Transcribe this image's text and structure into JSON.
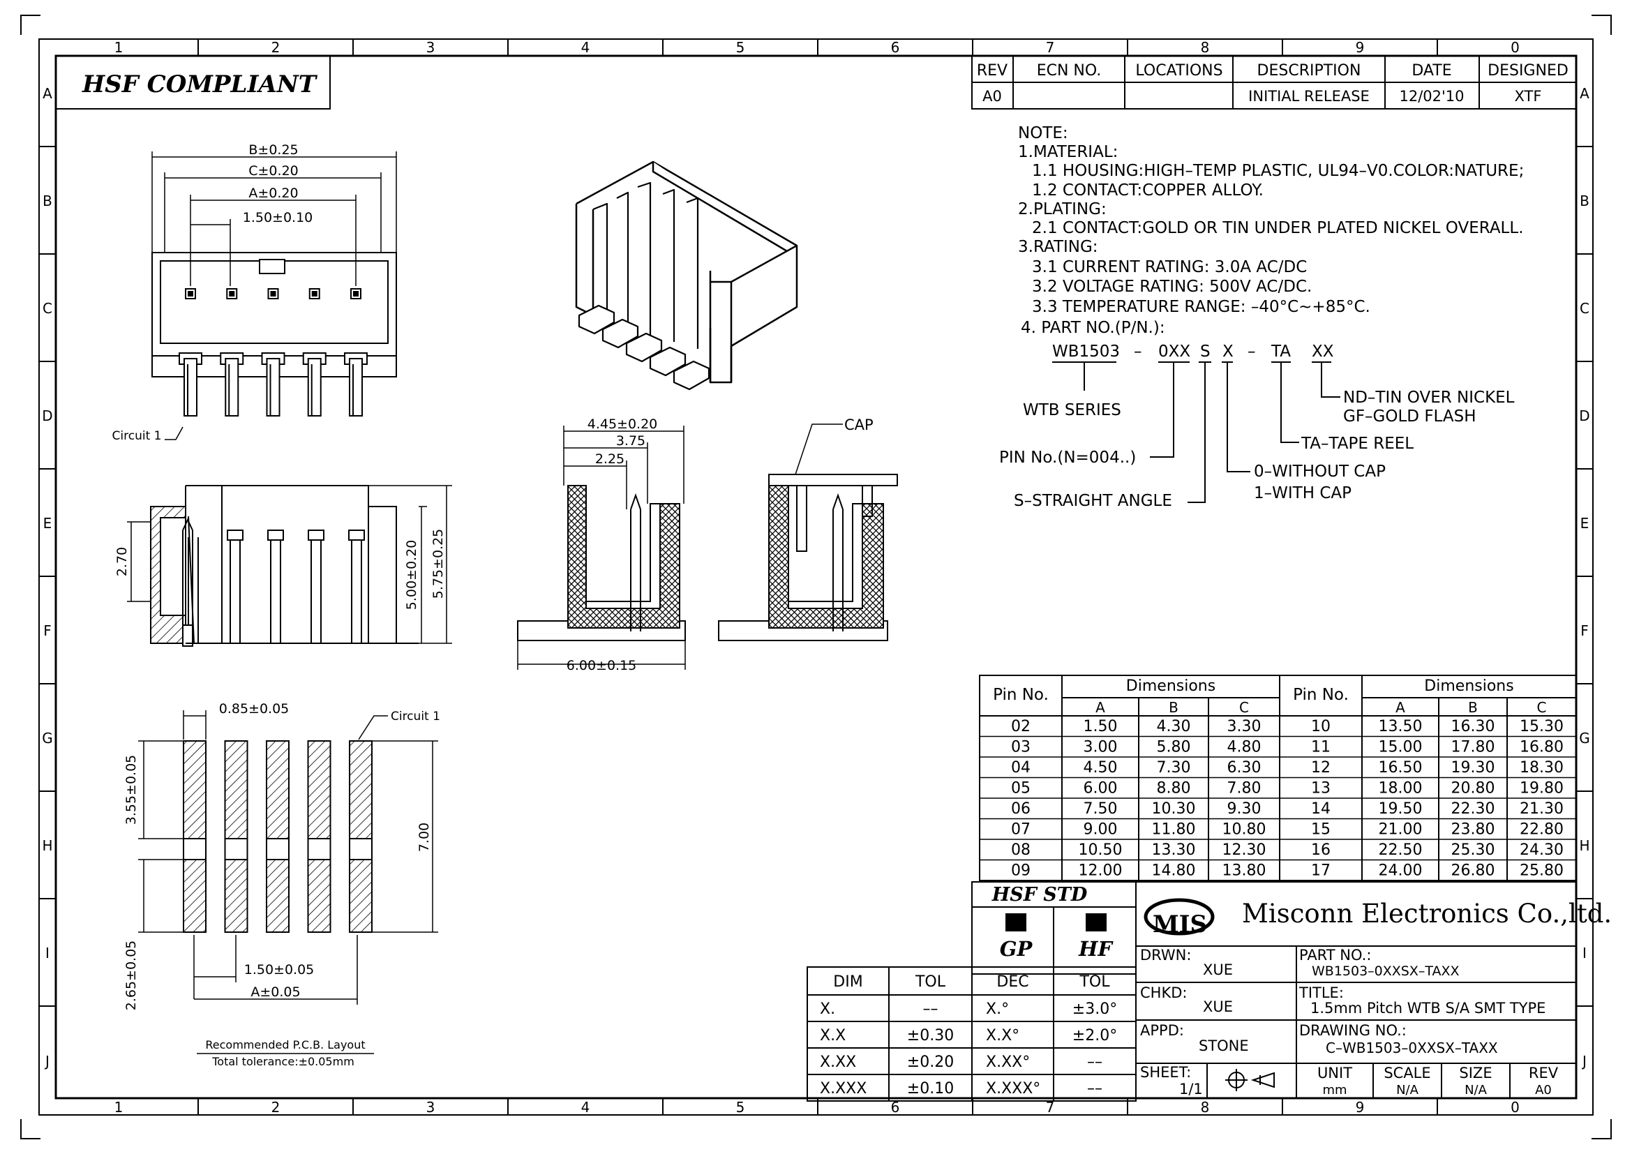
{
  "frame": {
    "col_numbers": [
      "1",
      "2",
      "3",
      "4",
      "5",
      "6",
      "7",
      "8",
      "9",
      "0"
    ],
    "row_letters": [
      "A",
      "B",
      "C",
      "D",
      "E",
      "F",
      "G",
      "H",
      "I",
      "J"
    ]
  },
  "hsf_label": "HSF  COMPLIANT",
  "revision_table": {
    "headers": [
      "REV",
      "ECN  NO.",
      "LOCATIONS",
      "DESCRIPTION",
      "DATE",
      "DESIGNED"
    ],
    "row": [
      "A0",
      "",
      "",
      "INITIAL  RELEASE",
      "12/02'10",
      "XTF"
    ]
  },
  "notes": [
    "NOTE:",
    "1.MATERIAL:",
    "1.1  HOUSING:HIGH–TEMP  PLASTIC,  UL94–V0.COLOR:NATURE;",
    "1.2  CONTACT:COPPER  ALLOY.",
    "2.PLATING:",
    "2.1  CONTACT:GOLD  OR  TIN  UNDER  PLATED  NICKEL  OVERALL.",
    "3.RATING:",
    "3.1  CURRENT  RATING:  3.0A  AC/DC",
    "3.2  VOLTAGE  RATING:  500V  AC/DC.",
    "3.3  TEMPERATURE  RANGE:  –40°C~+85°C.",
    "4.  PART  NO.(P/N.):"
  ],
  "part_code": {
    "seg1": "WB1503",
    "dash1": "–",
    "seg2": "0XX",
    "seg3": "S",
    "seg4": "X",
    "dash2": "–",
    "seg5": "TA",
    "seg6": "XX",
    "legend": {
      "wtb": "WTB  SERIES",
      "pin": "PIN  No.(N=004..)",
      "straight": "S–STRAIGHT  ANGLE",
      "cap0": "0–WITHOUT  CAP",
      "cap1": "1–WITH  CAP",
      "tape": "TA–TAPE  REEL",
      "nd": "ND–TIN  OVER  NICKEL",
      "gf": "GF–GOLD  FLASH"
    }
  },
  "views": {
    "top": {
      "b": "B±0.25",
      "c": "C±0.20",
      "a": "A±0.20",
      "pitch": "1.50±0.10",
      "circuit": "Circuit  1"
    },
    "side": {
      "h1": "2.70",
      "h2": "5.00±0.20",
      "h3": "5.75±0.25"
    },
    "section": {
      "d1": "4.45±0.20",
      "d2": "3.75",
      "d3": "2.25",
      "d4": "6.00±0.15",
      "cap": "CAP"
    },
    "pcb": {
      "pad_w": "0.85±0.05",
      "circuit": "Circuit  1",
      "h1": "3.55±0.05",
      "h2": "7.00",
      "h3": "2.65±0.05",
      "pitch": "1.50±0.05",
      "a": "A±0.05",
      "rec": "Recommended  P.C.B.  Layout",
      "tol": "Total  tolerance:±0.05mm"
    }
  },
  "dim_table": {
    "pin_header": "Pin No.",
    "dim_header": "Dimensions",
    "sub": [
      "A",
      "B",
      "C"
    ],
    "left": [
      [
        "02",
        "1.50",
        "4.30",
        "3.30"
      ],
      [
        "03",
        "3.00",
        "5.80",
        "4.80"
      ],
      [
        "04",
        "4.50",
        "7.30",
        "6.30"
      ],
      [
        "05",
        "6.00",
        "8.80",
        "7.80"
      ],
      [
        "06",
        "7.50",
        "10.30",
        "9.30"
      ],
      [
        "07",
        "9.00",
        "11.80",
        "10.80"
      ],
      [
        "08",
        "10.50",
        "13.30",
        "12.30"
      ],
      [
        "09",
        "12.00",
        "14.80",
        "13.80"
      ]
    ],
    "right": [
      [
        "10",
        "13.50",
        "16.30",
        "15.30"
      ],
      [
        "11",
        "15.00",
        "17.80",
        "16.80"
      ],
      [
        "12",
        "16.50",
        "19.30",
        "18.30"
      ],
      [
        "13",
        "18.00",
        "20.80",
        "19.80"
      ],
      [
        "14",
        "19.50",
        "22.30",
        "21.30"
      ],
      [
        "15",
        "21.00",
        "23.80",
        "22.80"
      ],
      [
        "16",
        "22.50",
        "25.30",
        "24.30"
      ],
      [
        "17",
        "24.00",
        "26.80",
        "25.80"
      ]
    ]
  },
  "hsf_std": {
    "title": "HSF  STD",
    "gp": "GP",
    "hf": "HF"
  },
  "tolerance_table": {
    "headers": [
      "DIM",
      "TOL"
    ],
    "rows": [
      [
        "X.",
        "––"
      ],
      [
        "X.X",
        "±0.30"
      ],
      [
        "X.XX",
        "±0.20"
      ],
      [
        "X.XXX",
        "±0.10"
      ]
    ]
  },
  "angle_table": {
    "headers": [
      "DEC",
      "TOL"
    ],
    "rows": [
      [
        "X.°",
        "±3.0°"
      ],
      [
        "X.X°",
        "±2.0°"
      ],
      [
        "X.XX°",
        "––"
      ],
      [
        "X.XXX°",
        "––"
      ]
    ]
  },
  "title_block": {
    "logo": "MIS",
    "company": "Misconn Electronics Co.,ltd.",
    "drwn_label": "DRWN:",
    "drwn": "XUE",
    "chkd_label": "CHKD:",
    "chkd": "XUE",
    "appd_label": "APPD:",
    "appd": "STONE",
    "sheet_label": "SHEET:",
    "sheet": "1/1",
    "part_label": "PART  NO.:",
    "part": "WB1503–0XXSX–TAXX",
    "title_label": "TITLE:",
    "title": "1.5mm  Pitch  WTB  S/A  SMT  TYPE",
    "drawing_label": "DRAWING  NO.:",
    "drawing": "C–WB1503–0XXSX–TAXX",
    "unit_label": "UNIT",
    "unit": "mm",
    "scale_label": "SCALE",
    "scale": "N/A",
    "size_label": "SIZE",
    "size": "N/A",
    "rev_label": "REV",
    "rev": "A0"
  }
}
